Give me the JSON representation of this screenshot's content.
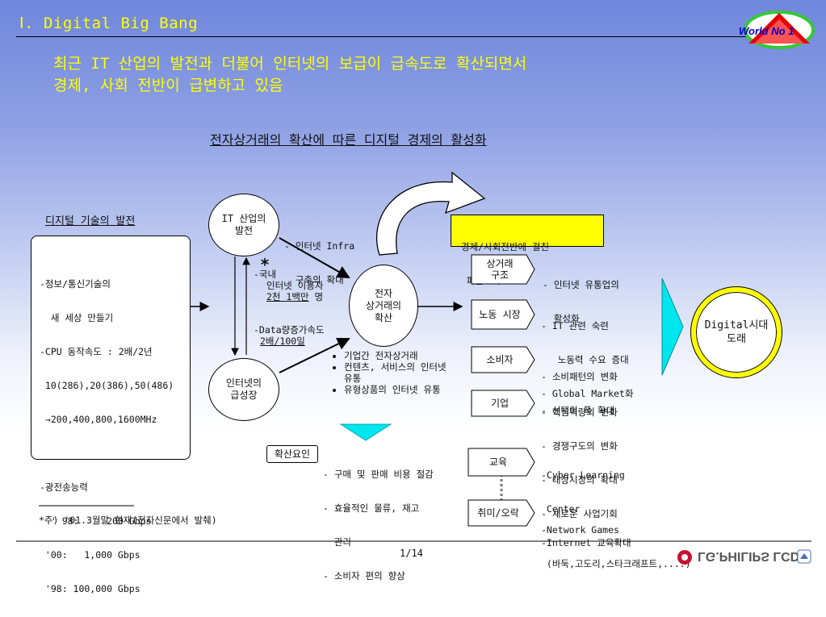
{
  "title": "Ⅰ. Digital Big Bang",
  "badge": "World No 1",
  "headline": [
    "최근 IT 산업의 발전과 더불어 인터넷의 보급이 급속도로 확산되면서",
    "경제, 사회 전반이 급변하고 있음"
  ],
  "subtitle": "전자상거래의 확산에 따른 디지털 경제의 활성화",
  "left_panel": {
    "heading": "디지털 기술의 발전",
    "lines": [
      "-정보/통신기술의",
      "  새 세상 만들기",
      "-CPU 동작속도 : 2배/2년",
      " 10(286),20(386),50(486)",
      " →200,400,800,1600MHz",
      "",
      "-광전송능력",
      "  ' 98:     200 Gbps",
      " '00:   1,000 Gbps",
      " '98: 100,000 Gbps"
    ]
  },
  "circles": {
    "it": "IT 산업의\n발전",
    "internet": "인터넷의\n급성장",
    "ecommerce": "전자\n상거래의\n확산"
  },
  "notes": {
    "infra": [
      "- 인터넷 Infra",
      "  구축의 확대"
    ],
    "star": "*",
    "domestic_1": "-국내",
    "domestic_2": "인터넷 이용자",
    "domestic_3a": "2천 1백만",
    "domestic_3b": " 명",
    "data_1": "-Data량증가속도",
    "data_2": "2배/100일"
  },
  "bullets": [
    "기업간 전자상거래",
    "컨텐츠, 서비스의 인터넷 유통",
    "유형상품의 인터넷 유통"
  ],
  "factor": {
    "label": "확산요인",
    "lines": [
      "- 구매 및 판매 비용 절감",
      "- 효율적인 물류, 재고",
      "  관리",
      "- 소비자 편의 향상"
    ]
  },
  "effect_box": [
    "경제/사회전반에 걸친",
    " 파급효과"
  ],
  "impacts": [
    {
      "label": "상거래\n구조",
      "desc": [
        "- 인터넷 유통업의",
        "  활성화"
      ]
    },
    {
      "label": "노동 시장",
      "desc": [
        "- IT 관련 숙련",
        "   노동력 수요 증대",
        "- Global Market화"
      ]
    },
    {
      "label": "소비자",
      "desc": [
        "- 소비패턴의 변화",
        "- 선택의 폭 확대"
      ]
    },
    {
      "label": "기업",
      "desc": [
        "- 핵심역량의 변화",
        "- 경쟁구도의 변화",
        "- 대상시장의 확대",
        "- 새로운 사업기회"
      ]
    },
    {
      "label": "교육",
      "desc": [
        "-Cyber Learning",
        " Center",
        "-Internet 교육확대"
      ]
    },
    {
      "label": "취미/오락",
      "desc": [
        "-Network Games",
        " (바둑,고도리,스타크래프트,....)"
      ]
    }
  ],
  "digital_era": "Digital시대\n도래",
  "footnote": "*주) '01.3월말 현재(전자신문에서 발췌)",
  "page": "1/14",
  "logo": "LG.PHILIPS LCD",
  "colors": {
    "title": "#ffff00",
    "effect_bg": "#ffff00",
    "era_ring": "#ffff00",
    "triangle": "#00e5ee"
  }
}
